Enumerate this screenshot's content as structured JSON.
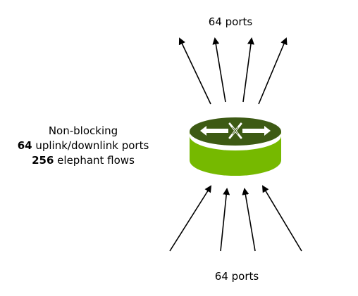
{
  "top_label": "64 ports",
  "bottom_label": "64 ports",
  "description": {
    "line1": "Non-blocking",
    "line2_bold": "64",
    "line2_rest": " uplink/downlink ports",
    "line3_bold": "256",
    "line3_rest": " elephant flows"
  },
  "switch_icon": "network-switch-icon",
  "colors": {
    "switch_top": "#3d5a14",
    "switch_side": "#76b900",
    "switch_rim": "#ffffff",
    "arrow": "#000000"
  }
}
